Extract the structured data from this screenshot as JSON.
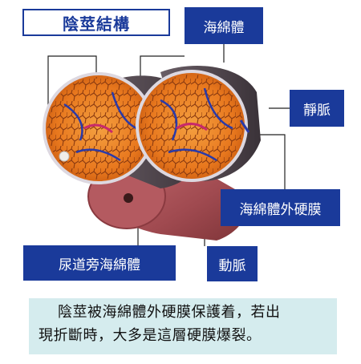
{
  "title": "陰莖結構",
  "labels": {
    "corpus_cavernosum": "海綿體",
    "vein": "靜脈",
    "tunica": "海綿體外硬膜",
    "artery": "動脈",
    "corpus_spongiosum": "尿道旁海綿體"
  },
  "caption": {
    "line1": "陰莖被海綿體外硬膜保護着，若出",
    "line2": "現折斷時，大多是這層硬膜爆裂。"
  },
  "colors": {
    "label_bg": "#1a3a9a",
    "caption_bg": "#d5ecee",
    "tissue_orange": "#e8781e",
    "spongiosum": "#a85055"
  }
}
